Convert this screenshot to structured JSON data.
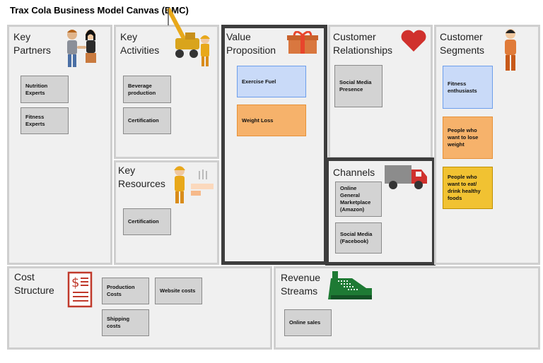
{
  "title": "Trax Cola Business Model Canvas (BMC)",
  "blocks": {
    "key_partners": {
      "title": "Key\nPartners",
      "notes": [
        "Nutrition Experts",
        "Fitness Experts"
      ],
      "icon": "handshake-people-icon"
    },
    "key_activities": {
      "title": "Key\nActivities",
      "notes": [
        "Beverage production",
        "Certification"
      ],
      "icon": "crane-worker-icon"
    },
    "key_resources": {
      "title": "Key\nResources",
      "notes": [
        "Certification"
      ],
      "icon": "worker-resources-icon"
    },
    "value_proposition": {
      "title": "Value\nProposition",
      "notes": [
        "Exercise Fuel",
        "Weight Loss"
      ],
      "icon": "gift-icon"
    },
    "customer_relationships": {
      "title": "Customer\nRelationships",
      "notes": [
        "Social Media Presence"
      ],
      "icon": "heart-icon"
    },
    "channels": {
      "title": "Channels",
      "notes": [
        "Online General Marketplace (Amazon)",
        "Social Media (Facebook)"
      ],
      "icon": "truck-icon"
    },
    "customer_segments": {
      "title": "Customer\nSegments",
      "notes": [
        "Fitness enthusiasts",
        "People who want to lose weight",
        "People who want to eat/ drink healthy foods"
      ],
      "icon": "person-icon"
    },
    "cost_structure": {
      "title": "Cost\nStructure",
      "notes": [
        "Production Costs",
        "Website costs",
        "Shipping costs"
      ],
      "icon": "invoice-icon"
    },
    "revenue_streams": {
      "title": "Revenue\nStreams",
      "notes": [
        "Online sales"
      ],
      "icon": "cash-register-icon"
    }
  },
  "colors": {
    "highlight_border": "#3d3d3d",
    "note_blue": "#c9daf8",
    "note_orange": "#f6b26b",
    "note_yellow": "#f1c232",
    "note_grey": "#d3d3d3"
  }
}
